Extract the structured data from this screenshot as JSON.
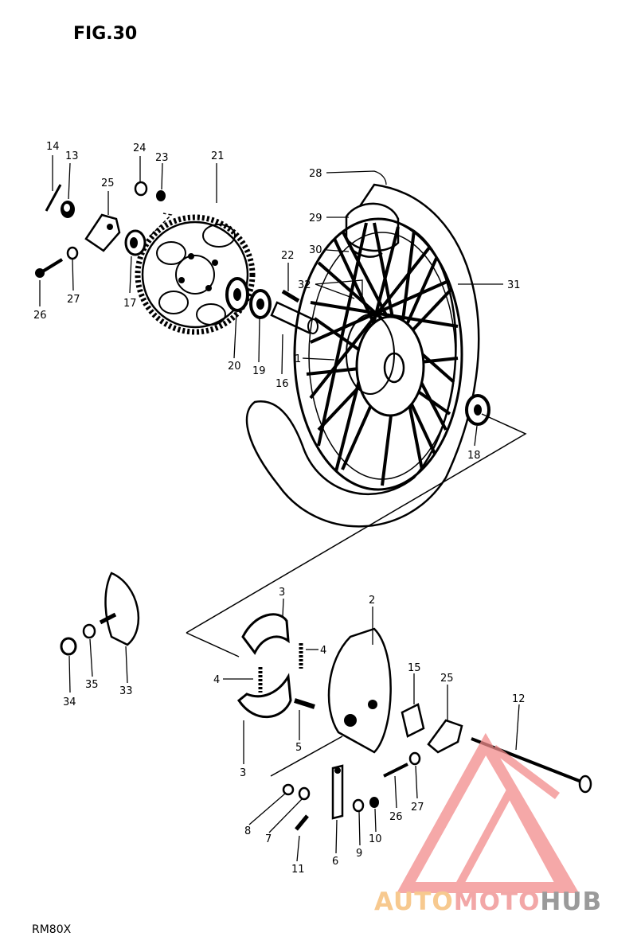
{
  "figure": {
    "title": "FIG.30",
    "model": "RM80X"
  },
  "watermark": {
    "part1": "AUTO",
    "part2": "MOTO",
    "part3": "HUB",
    "color_auto": "#f7c98f",
    "color_moto": "#f2a7a7",
    "color_hub": "#9a9a9a",
    "logo_color": "#f28b8b"
  },
  "callouts": {
    "n14": "14",
    "n13": "13",
    "n24": "24",
    "n23": "23",
    "n21": "21",
    "n25a": "25",
    "n26a": "26",
    "n27a": "27",
    "n17": "17",
    "n20": "20",
    "n19": "19",
    "n16": "16",
    "n22": "22",
    "n32": "32",
    "n1": "1",
    "n28": "28",
    "n29": "29",
    "n30": "30",
    "n31": "31",
    "n18": "18",
    "n33": "33",
    "n34": "34",
    "n35": "35",
    "n3a": "3",
    "n3b": "3",
    "n4a": "4",
    "n4b": "4",
    "n5": "5",
    "n2": "2",
    "n15": "15",
    "n25b": "25",
    "n12": "12",
    "n26b": "26",
    "n27b": "27",
    "n8": "8",
    "n7": "7",
    "n9": "9",
    "n10": "10",
    "n11": "11",
    "n6": "6"
  }
}
